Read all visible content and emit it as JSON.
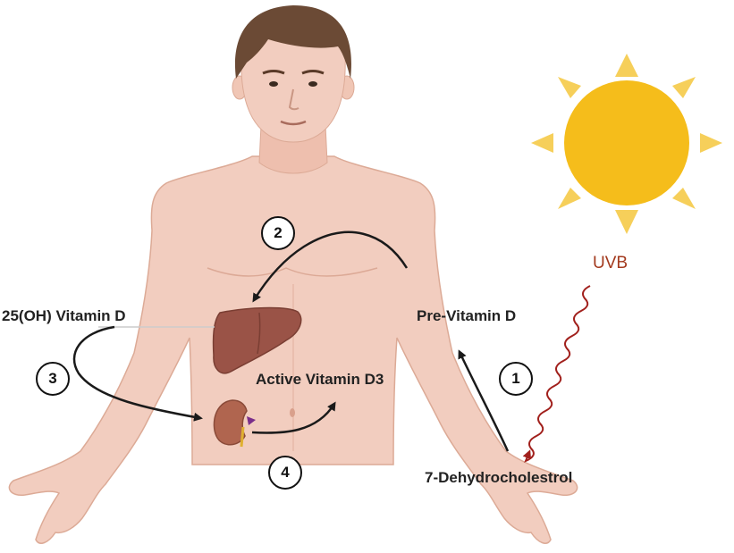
{
  "labels": {
    "uvb": "UVB",
    "pre_vitamin_d": "Pre-Vitamin D",
    "vitamin_d_25oh": "25(OH) Vitamin D",
    "active_vitamin_d3": "Active Vitamin D3",
    "dehydrocholesterol": "7-Dehydrocholestrol"
  },
  "steps": [
    "1",
    "2",
    "3",
    "4"
  ],
  "colors": {
    "skin": "#f2cdbf",
    "skin_outline": "#dcaa96",
    "hair": "#6b4a35",
    "liver": "#9a5347",
    "kidney": "#b0654f",
    "sun": "#f5bd1b",
    "sun_rays": "#f6cf5a",
    "uvb_wave": "#a1201c",
    "uvb_text": "#a33a1e",
    "arrow": "#1a1a1a"
  }
}
